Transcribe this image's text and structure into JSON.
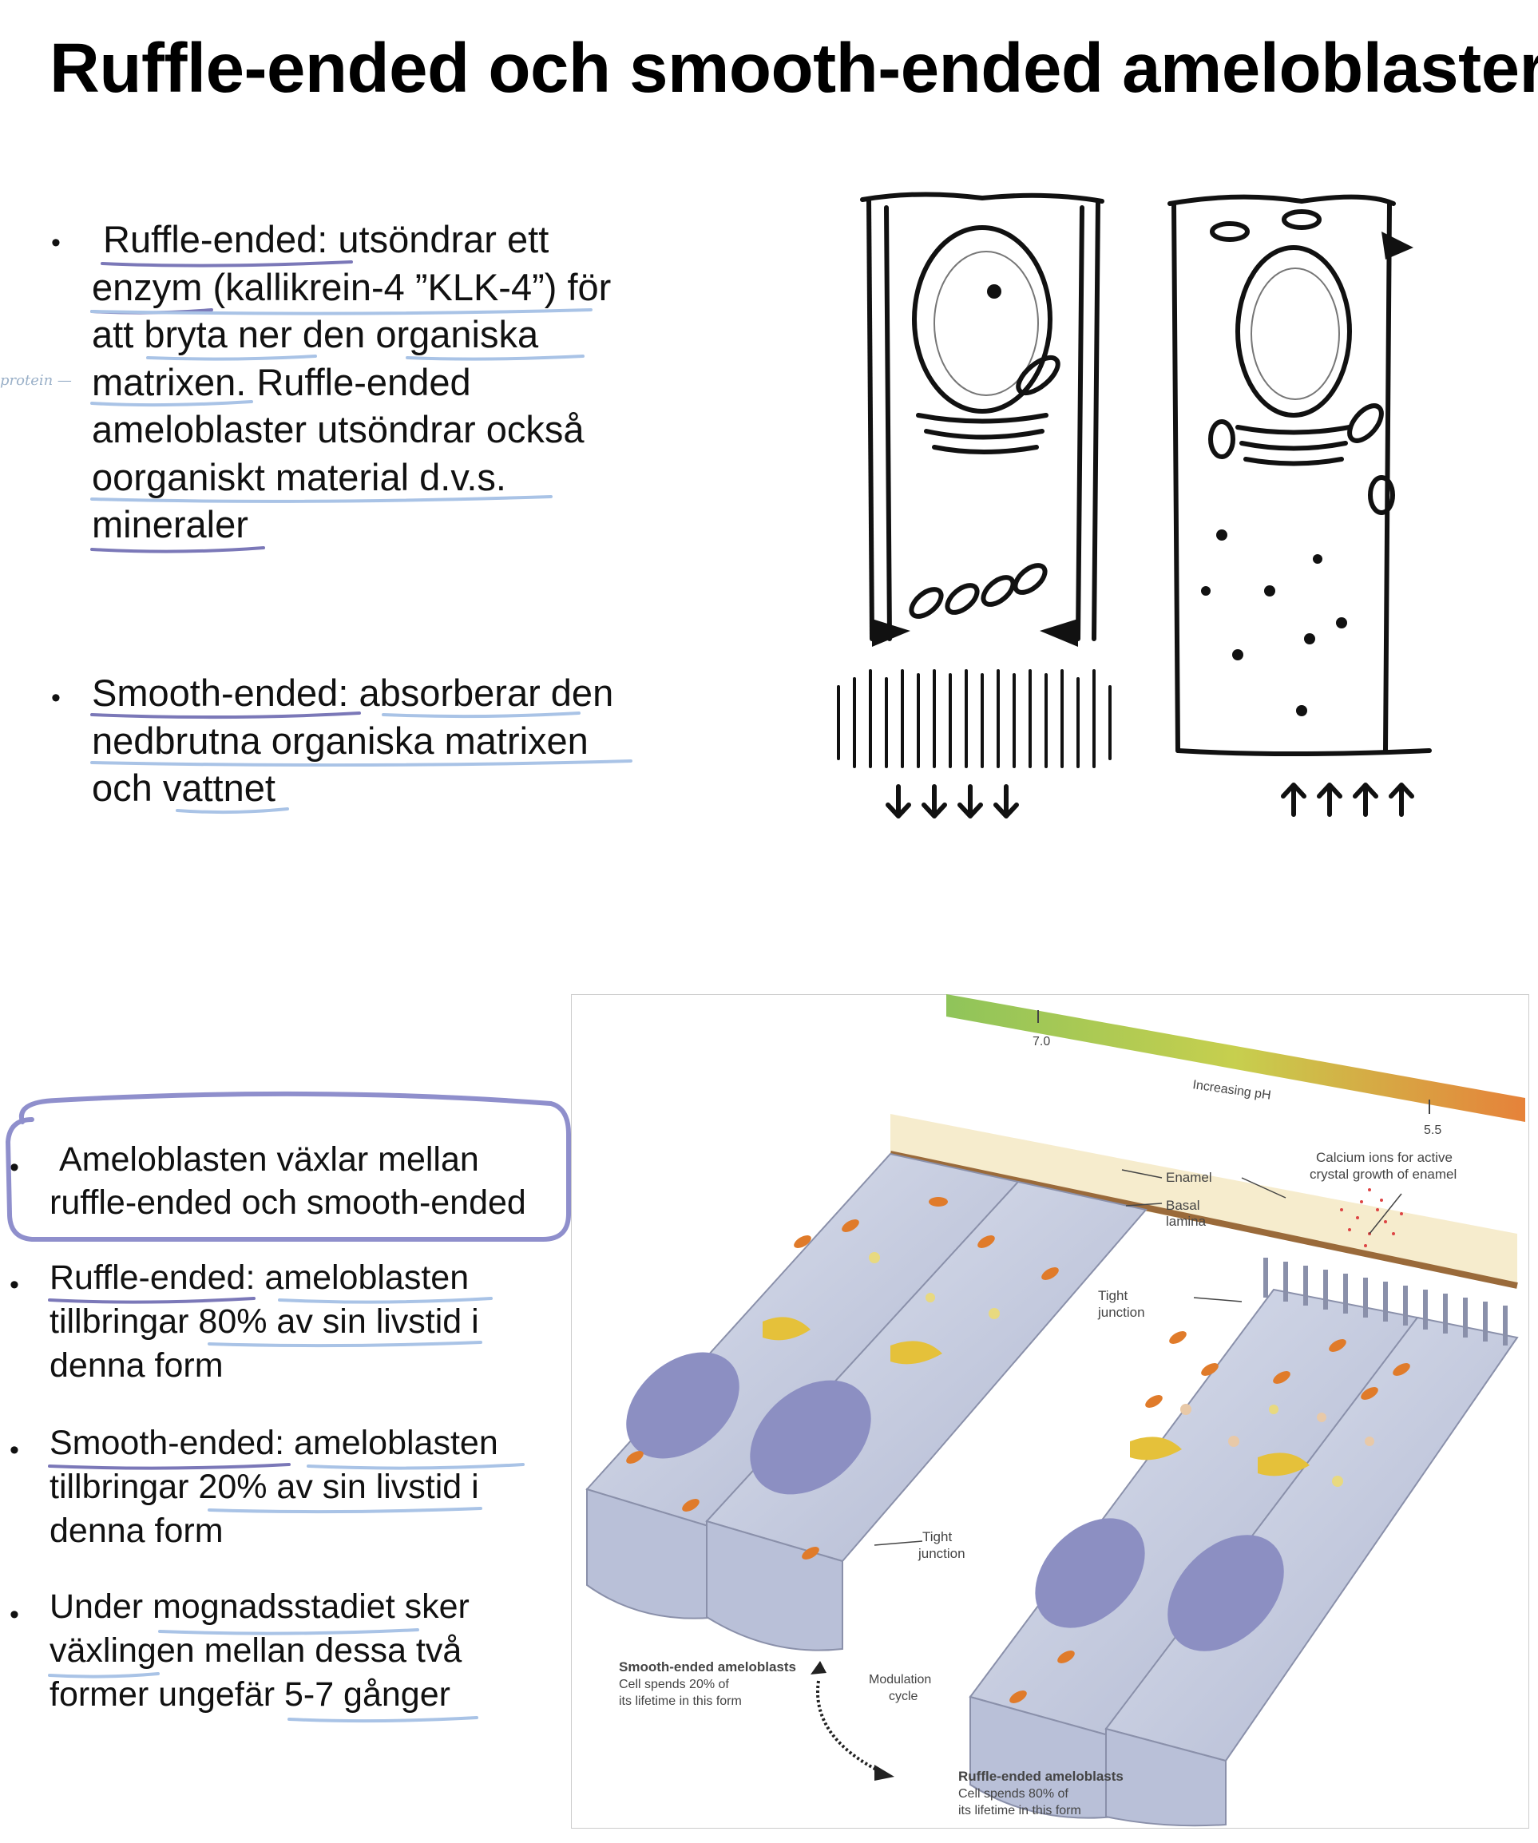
{
  "page": {
    "title": "Ruffle-ended och smooth-ended ameloblaster"
  },
  "top_bullets": {
    "b1_lines": [
      "Ruffle-ended: utsöndrar ett",
      "enzym (kallikrein-4 ”KLK-4”) för",
      "att bryta ner den organiska",
      "matrixen. Ruffle-ended",
      "ameloblaster utsöndrar också",
      "oorganiskt material d.v.s.",
      "mineraler"
    ],
    "b2_lines": [
      "Smooth-ended: absorberar den",
      "nedbrutna organiska matrixen",
      "och vattnet"
    ],
    "margin_note": "protein"
  },
  "bottom_bullets": {
    "boxed_lines": [
      "Ameloblasten växlar mellan",
      "ruffle-ended och smooth-ended"
    ],
    "b_ruffle_lines": [
      "Ruffle-ended: ameloblasten",
      "tillbringar 80% av sin livstid i",
      "denna form"
    ],
    "b_smooth_lines": [
      "Smooth-ended: ameloblasten",
      "tillbringar 20% av sin livstid i",
      "denna form"
    ],
    "b_mognad_lines": [
      "Under mognadsstadiet sker",
      "växlingen mellan dessa två",
      "former ungefär 5-7 gånger"
    ]
  },
  "diagram": {
    "ph_low": "7.0",
    "ph_mid": "Increasing pH",
    "ph_high": "5.5",
    "calcium": [
      "Calcium ions for active",
      "crystal growth of enamel"
    ],
    "enamel": "Enamel",
    "basal": [
      "Basal",
      "lamina"
    ],
    "tight1": [
      "Tight",
      "junction"
    ],
    "tight2": [
      "Tight",
      "junction"
    ],
    "smooth_title": "Smooth-ended ameloblasts",
    "smooth_desc": [
      "Cell spends 20% of",
      "its lifetime in this form"
    ],
    "modulation": [
      "Modulation",
      "cycle"
    ],
    "ruffle_title": "Ruffle-ended ameloblasts",
    "ruffle_desc": [
      "Cell spends 80% of",
      "its lifetime in this form"
    ]
  },
  "colors": {
    "underline_purple": "#7b78b8",
    "underline_blue": "#a9c3e6",
    "box_purple": "#8f8fcc",
    "cell_body": "#c9cfe0",
    "nucleus": "#8c8fc2",
    "mito": "#e07b2a",
    "golgi": "#e5c13a"
  }
}
